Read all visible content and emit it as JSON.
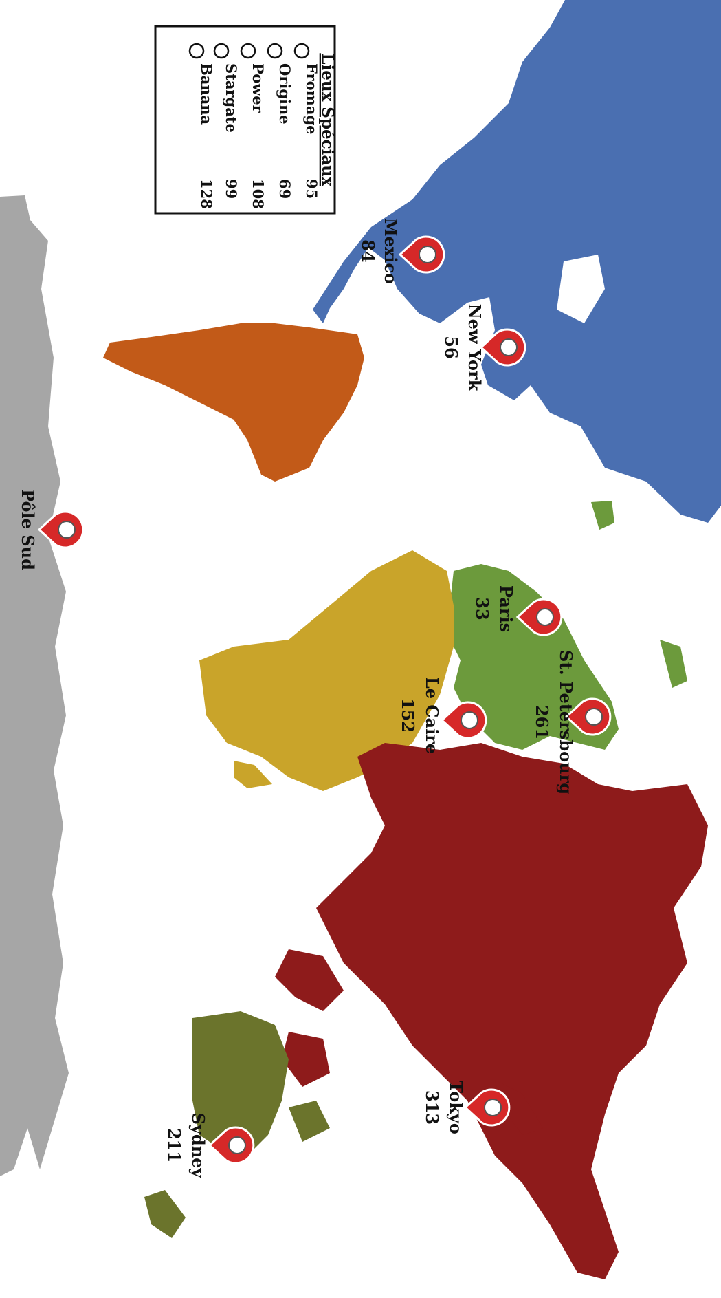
{
  "legend": {
    "title": "Lieux Spéciaux",
    "items": [
      {
        "name": "Fromage",
        "value": "95"
      },
      {
        "name": "Origine",
        "value": "69"
      },
      {
        "name": "Power",
        "value": "108"
      },
      {
        "name": "Stargate",
        "value": "99"
      },
      {
        "name": "Banana",
        "value": "128"
      }
    ]
  },
  "places": [
    {
      "key": "mexico",
      "name": "Mexico",
      "value": "84"
    },
    {
      "key": "new-york",
      "name": "New York",
      "value": "56"
    },
    {
      "key": "pole-sud",
      "name": "Pôle Sud",
      "value": ""
    },
    {
      "key": "paris",
      "name": "Paris",
      "value": "33"
    },
    {
      "key": "st-petersbourg",
      "name": "St. Petersbourg",
      "value": "261"
    },
    {
      "key": "le-caire",
      "name": "Le Caire",
      "value": "152"
    },
    {
      "key": "tokyo",
      "name": "Tokyo",
      "value": "313"
    },
    {
      "key": "sydney",
      "name": "Sydney",
      "value": "211"
    }
  ],
  "colors": {
    "north_america": "#4a6fb1",
    "south_america": "#c25a18",
    "europe": "#6c9a3c",
    "africa": "#c9a42a",
    "asia": "#8e1b1b",
    "oceania": "#6b742c",
    "antarctica": "#a6a6a6",
    "pin": "#d62828"
  },
  "icons": {
    "pin": "map-pin-icon",
    "legend_marker": "circle-outline-icon"
  }
}
